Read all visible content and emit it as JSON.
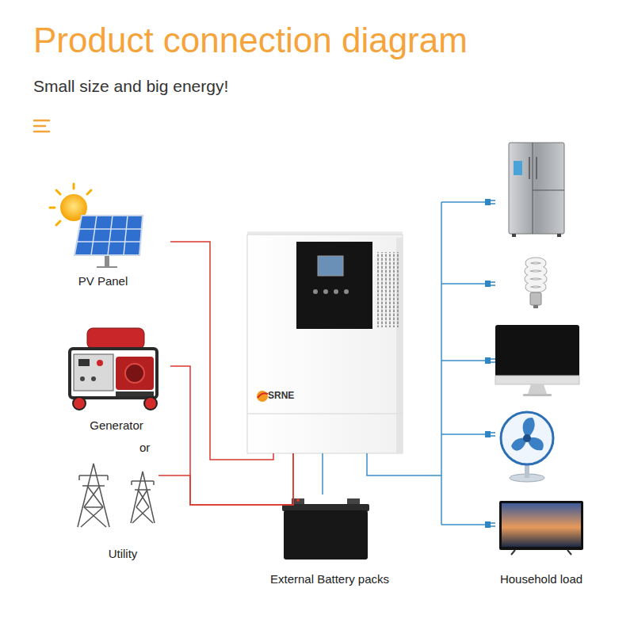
{
  "diagram": {
    "title": "Product connection diagram",
    "nodes": [
      {
        "text": [
          "PV Panel"
        ]
      },
      {
        "text": [
          "Generator"
        ]
      },
      {
        "text": [
          "Utility"
        ]
      },
      {
        "text": [
          "SRNE"
        ]
      },
      {
        "text": [
          "External Battery packs"
        ]
      },
      {
        "text": [
          "Household load"
        ]
      }
    ],
    "edges": [
      {
        "from": 0,
        "to": 3,
        "arrow": "none"
      },
      {
        "from": 1,
        "to": 3,
        "arrow": "none"
      },
      {
        "from": 2,
        "to": 3,
        "arrow": "none"
      },
      {
        "from": 3,
        "to": 4,
        "arrow": "none"
      },
      {
        "from": 3,
        "to": 5,
        "arrow": "none"
      }
    ],
    "labels": [
      "Small size and big energy!",
      "or"
    ]
  }
}
